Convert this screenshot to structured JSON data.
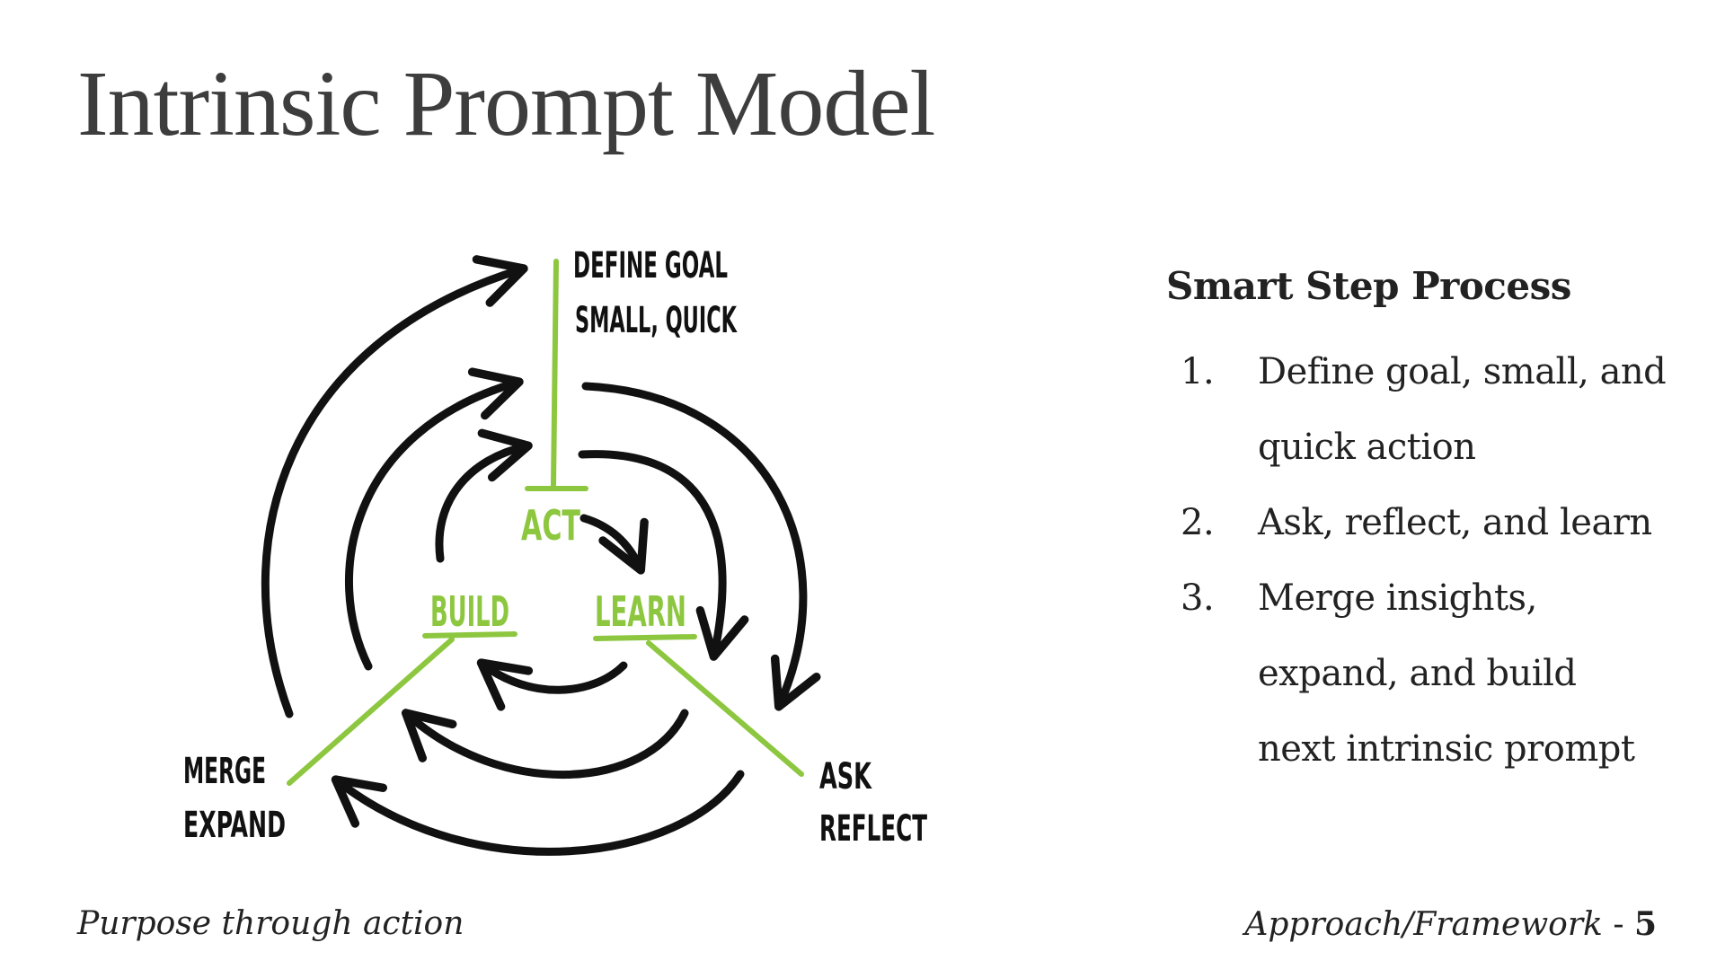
{
  "slide": {
    "title": "Intrinsic Prompt Model",
    "footer_left": "Purpose through action",
    "footer_section": "Approach/Framework",
    "footer_separator": " - ",
    "page_number": "5"
  },
  "diagram": {
    "labels": {
      "define_goal_line1": "DEFINE GOAL",
      "define_goal_line2": "SMALL, QUICK",
      "merge_line1": "MERGE",
      "merge_line2": "EXPAND",
      "ask_line1": "ASK",
      "ask_line2": "REFLECT",
      "act": "ACT",
      "build": "BUILD",
      "learn": "LEARN"
    },
    "colors": {
      "accent": "#8dc63f",
      "ink": "#111111"
    }
  },
  "panel": {
    "heading": "Smart Step Process",
    "steps": [
      {
        "num": "1.",
        "lines": [
          "Define goal, small, and",
          "quick action"
        ]
      },
      {
        "num": "2.",
        "lines": [
          "Ask, reflect, and learn"
        ]
      },
      {
        "num": "3.",
        "lines": [
          "Merge insights,",
          "expand, and build",
          "next intrinsic prompt"
        ]
      }
    ]
  }
}
